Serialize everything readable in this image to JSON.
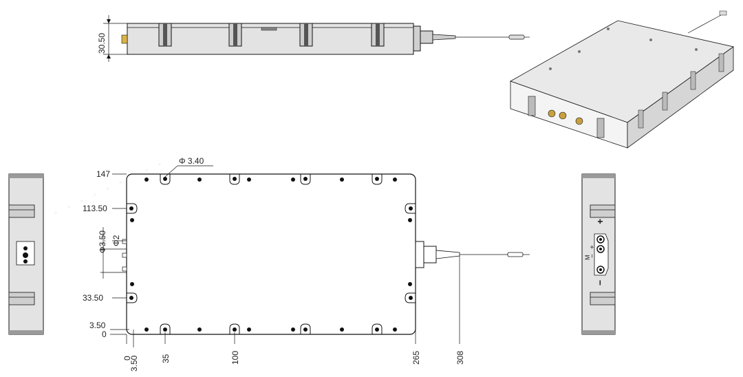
{
  "side_view": {
    "height_label": "30.50"
  },
  "top_view": {
    "hole_label": "Φ 3.40",
    "pin_label_a": "Φ3.50",
    "pin_label_b": "Φ2",
    "left_dims": [
      "147",
      "113.50",
      "33.50",
      "3.50",
      "0"
    ],
    "bottom_dims": [
      "0",
      "3.50",
      "35",
      "100",
      "265",
      "308"
    ]
  },
  "connector_view": {
    "plus_top": "+",
    "minus_bottom": "−",
    "small_plus": "+",
    "small_minus": "−",
    "m_mark": "M"
  },
  "colors": {
    "body": "#e4e3e3",
    "line": "#111111"
  }
}
